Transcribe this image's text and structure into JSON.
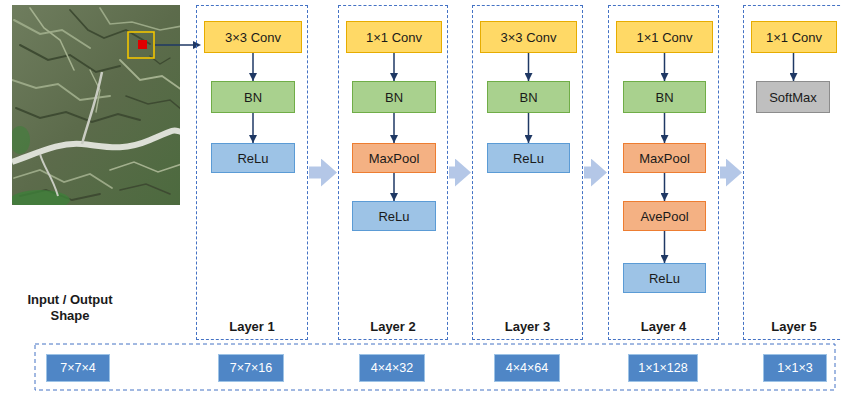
{
  "diagram": {
    "nodes": [
      {
        "text": [
          "Layer 1"
        ]
      },
      {
        "text": [
          "3×3 Conv"
        ],
        "in": 0
      },
      {
        "text": [
          "BN"
        ],
        "in": 0
      },
      {
        "text": [
          "ReLu"
        ],
        "in": 0
      },
      {
        "text": [
          "Layer 2"
        ]
      },
      {
        "text": [
          "1×1 Conv"
        ],
        "in": 4
      },
      {
        "text": [
          "BN"
        ],
        "in": 4
      },
      {
        "text": [
          "MaxPool"
        ],
        "in": 4
      },
      {
        "text": [
          "ReLu"
        ],
        "in": 4
      },
      {
        "text": [
          "Layer 3"
        ]
      },
      {
        "text": [
          "3×3 Conv"
        ],
        "in": 9
      },
      {
        "text": [
          "BN"
        ],
        "in": 9
      },
      {
        "text": [
          "ReLu"
        ],
        "in": 9
      },
      {
        "text": [
          "Layer 4"
        ]
      },
      {
        "text": [
          "1×1 Conv"
        ],
        "in": 13
      },
      {
        "text": [
          "BN"
        ],
        "in": 13
      },
      {
        "text": [
          "MaxPool"
        ],
        "in": 13
      },
      {
        "text": [
          "AvePool"
        ],
        "in": 13
      },
      {
        "text": [
          "ReLu"
        ],
        "in": 13
      },
      {
        "text": [
          "Layer 5"
        ]
      },
      {
        "text": [
          "1×1 Conv"
        ],
        "in": 19
      },
      {
        "text": [
          "SoftMax"
        ],
        "in": 19
      },
      {
        "text": [
          "7×7×4"
        ]
      },
      {
        "text": [
          "7×7×16"
        ]
      },
      {
        "text": [
          "4×4×32"
        ]
      },
      {
        "text": [
          "4×4×64"
        ]
      },
      {
        "text": [
          "1×1×128"
        ]
      },
      {
        "text": [
          "1×1×3"
        ]
      }
    ],
    "edges": [
      {
        "from": 1,
        "to": 2,
        "arrow": "to"
      },
      {
        "from": 2,
        "to": 3,
        "arrow": "to"
      },
      {
        "from": 5,
        "to": 6,
        "arrow": "to"
      },
      {
        "from": 6,
        "to": 7,
        "arrow": "to"
      },
      {
        "from": 7,
        "to": 8,
        "arrow": "to"
      },
      {
        "from": 10,
        "to": 11,
        "arrow": "to"
      },
      {
        "from": 11,
        "to": 12,
        "arrow": "to"
      },
      {
        "from": 14,
        "to": 15,
        "arrow": "to"
      },
      {
        "from": 15,
        "to": 16,
        "arrow": "to"
      },
      {
        "from": 16,
        "to": 17,
        "arrow": "to"
      },
      {
        "from": 17,
        "to": 18,
        "arrow": "to"
      },
      {
        "from": 20,
        "to": 21,
        "arrow": "to"
      },
      {
        "from": 0,
        "to": 4,
        "arrow": "to"
      },
      {
        "from": 4,
        "to": 9,
        "arrow": "to"
      },
      {
        "from": 9,
        "to": 13,
        "arrow": "to"
      },
      {
        "from": 13,
        "to": 19,
        "arrow": "to"
      }
    ],
    "labels": [
      "Input / Output Shape"
    ]
  }
}
